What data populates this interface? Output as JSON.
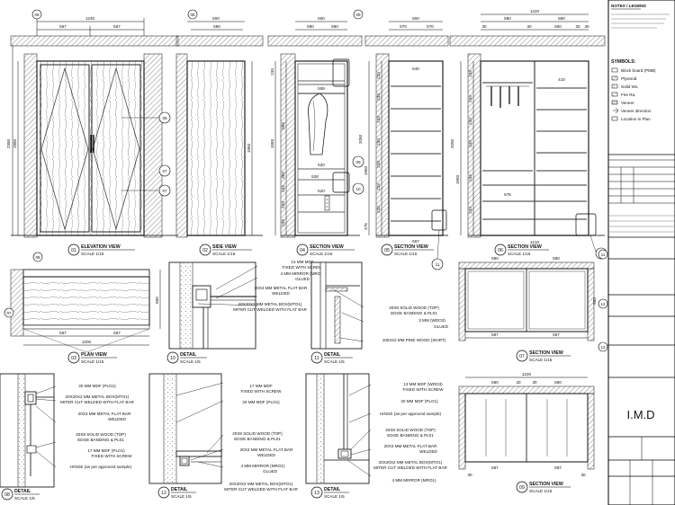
{
  "elevation": {
    "dims": [
      "1240",
      "567",
      "567"
    ],
    "height_dims": [
      "2350",
      "1950"
    ],
    "tag_numbers": [
      "06",
      "06",
      "07"
    ],
    "label_num": "01",
    "label": "ELEVATION VIEW",
    "scale": "SCALE 1/15"
  },
  "side": {
    "dims": [
      "600",
      "580"
    ],
    "height_dims": [
      "1950"
    ],
    "tag_numbers": [
      "08",
      "07"
    ],
    "label_num": "02",
    "label": "SIDE VIEW",
    "scale": "SCALE 1/15"
  },
  "sec1": {
    "dims": [
      "600",
      "580",
      "580"
    ],
    "inner_dims": [
      "508",
      "520",
      "528",
      "520"
    ],
    "vert_dims": [
      "233",
      "1583",
      "993",
      "303",
      "233",
      "233",
      "233"
    ],
    "tag_numbers": [
      "09",
      "09",
      "10"
    ],
    "label_num": "04",
    "label": "SECTION VIEW",
    "scale": "SCALE 1/15"
  },
  "sec2": {
    "dims": [
      "600",
      "570",
      "570"
    ],
    "inner_dims": [
      "546",
      "567"
    ],
    "vert_dims": [
      "233",
      "233",
      "233",
      "233",
      "233",
      "233",
      "233",
      "2050",
      "1950",
      "475"
    ],
    "tag_numbers": [
      "11"
    ],
    "label_num": "05",
    "label": "SECTION VIEW",
    "scale": "SCALE 1/15"
  },
  "sec3": {
    "dims": [
      "1220",
      "580",
      "580",
      "30",
      "30",
      "550",
      "30",
      "30"
    ],
    "inner_dims": [
      "410",
      "576",
      "1210"
    ],
    "vert_dims": [
      "233",
      "233",
      "233",
      "233",
      "233",
      "233",
      "2050",
      "1950"
    ],
    "tag_numbers": [
      "11"
    ],
    "label_num": "06",
    "label": "SECTION VIEW",
    "scale": "SCALE 1/15"
  },
  "plan": {
    "dims": [
      "567",
      "567",
      "1200",
      "600"
    ],
    "tag_numbers": [
      "08",
      "07"
    ],
    "label_num": "03",
    "label": "PLAN VIEW",
    "scale": "SCALE 1/15"
  },
  "detail10": {
    "notes": [
      "13 MM MDF",
      "FIXED WITH SCREW",
      "4 MM MIRROR (MRO1)",
      "GLUED",
      "20X3 MM METAL FLAT BAR",
      "WELDED",
      "20X20X2 MM METAL BOX(MTO1)",
      "MITER CUT WELDED WITH FLAT BAR"
    ],
    "label_num": "10",
    "label": "DETAIL",
    "scale": "SCALE 1/5"
  },
  "detail11": {
    "notes": [
      "20X8 SOLID WOOD (TOP)",
      "EDGE BANDING & PL01",
      "3 MM (WDO3)",
      "GLUED",
      "100X22 MM PINE WOOD (SKIRT)"
    ],
    "label_num": "11",
    "label": "DETAIL",
    "scale": "SCALE 1/5"
  },
  "sec7": {
    "dims": [
      "580",
      "580",
      "580",
      "587",
      "587"
    ],
    "label_num": "07",
    "label": "SECTION VIEW",
    "scale": "SCALE 1/15"
  },
  "detail8": {
    "notes": [
      "20 MM MDF (PLO1)",
      "20X20X2 MM METAL BOX(MTO1)",
      "MITER CUT WELDED WITH FLAT BAR",
      "20X3 MM METAL FLAT BAR",
      "WELDED",
      "20X8 SOLID WOOD (TOP)",
      "EDGE BANDING & PL01",
      "17 MM MDF (PLO1)",
      "FIXED WITH SCREW",
      "HINGE (as per approved sample)"
    ],
    "label_num": "08",
    "label": "DETAIL",
    "scale": "SCALE 1/5"
  },
  "detail12": {
    "notes": [
      "17 MM MDF",
      "FIXED WITH SCREW",
      "20 MM MDF (PLO1)",
      "20X8 SOLID WOOD (TOP)",
      "EDGE BANDING & PL01",
      "20X3 MM METAL FLAT BAR",
      "WELDED",
      "4 MM MIRROR (MRO1)",
      "GLUED",
      "20X20X2 MM METAL BOX(MTO1)",
      "MITER CUT WELDED WITH FLAT BAR"
    ],
    "label_num": "12",
    "label": "DETAIL",
    "scale": "SCALE 1/5"
  },
  "detail13": {
    "notes": [
      "13 MM MDF (WDO3)",
      "FIXED WITH SCREW",
      "20 MM MDF (PLO1)",
      "HINGE (as per approved sample)",
      "20X8 SOLID WOOD (TOP)",
      "EDGE BANDING & PL01",
      "20X3 MM METAL FLAT BAR",
      "WELDED",
      "20X20X2 MM METAL BOX(MTO1)",
      "MITER CUT WELDED WITH FLAT BAR",
      "4 MM MIRROR (MRO1)"
    ],
    "label_num": "13",
    "label": "DETAIL",
    "scale": "SCALE 1/5"
  },
  "sec9": {
    "dims": [
      "1220",
      "580",
      "30",
      "30",
      "580",
      "587",
      "587",
      "30",
      "30"
    ],
    "label_num": "09",
    "label": "SECTION VIEW",
    "scale": "SCALE 1/15"
  },
  "titleblock": {
    "notes_title": "NOTES / LEGEND",
    "symbols_title": "SYMBOLS:",
    "symbols": [
      "Block board (PMB)",
      "Plywood",
      "Solid Wo.",
      "Fire Ra.",
      "Veneer",
      "Veneer direction",
      "Location in Plan"
    ],
    "logo": "I.M.D",
    "ref_numbers": [
      "11",
      "12",
      "13"
    ]
  }
}
